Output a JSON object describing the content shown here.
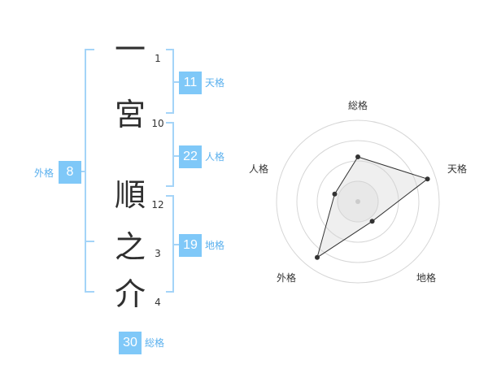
{
  "name": {
    "characters": [
      {
        "char": "一",
        "strokes": "1"
      },
      {
        "char": "宮",
        "strokes": "10"
      },
      {
        "char": "順",
        "strokes": "12"
      },
      {
        "char": "之",
        "strokes": "3"
      },
      {
        "char": "介",
        "strokes": "4"
      }
    ]
  },
  "kaku": {
    "tenkaku": {
      "value": "11",
      "label": "天格"
    },
    "jinkaku": {
      "value": "22",
      "label": "人格"
    },
    "chikaku": {
      "value": "19",
      "label": "地格"
    },
    "gaikaku": {
      "value": "8",
      "label": "外格"
    },
    "soukaku": {
      "value": "30",
      "label": "総格"
    }
  },
  "radar": {
    "axes": [
      "総格",
      "天格",
      "地格",
      "外格",
      "人格"
    ],
    "values": [
      0.55,
      0.9,
      0.3,
      0.85,
      0.3
    ]
  },
  "colors": {
    "accent": "#7fc8f8",
    "bracket": "#a4d4f8",
    "label": "#5ab0ee"
  }
}
